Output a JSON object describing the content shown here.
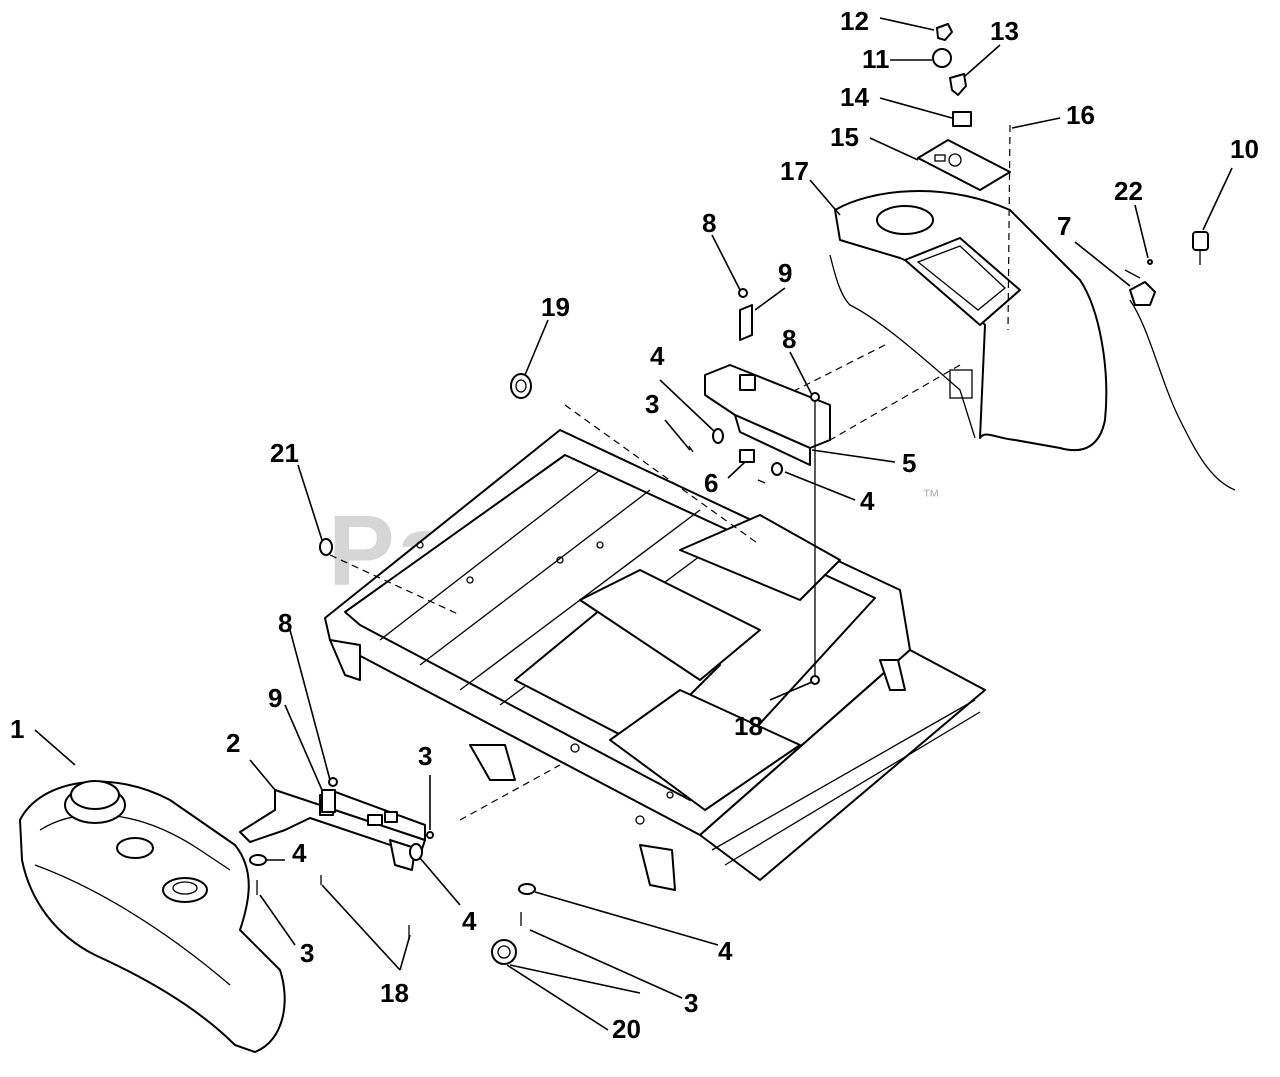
{
  "watermark": {
    "text": "PartsTree",
    "trademark": "™"
  },
  "callouts": [
    "1",
    "2",
    "3",
    "3",
    "3",
    "3",
    "4",
    "4",
    "4",
    "4",
    "4",
    "5",
    "6",
    "7",
    "8",
    "8",
    "8",
    "9",
    "9",
    "10",
    "11",
    "12",
    "13",
    "14",
    "15",
    "16",
    "17",
    "18",
    "18",
    "19",
    "20",
    "21",
    "22"
  ]
}
